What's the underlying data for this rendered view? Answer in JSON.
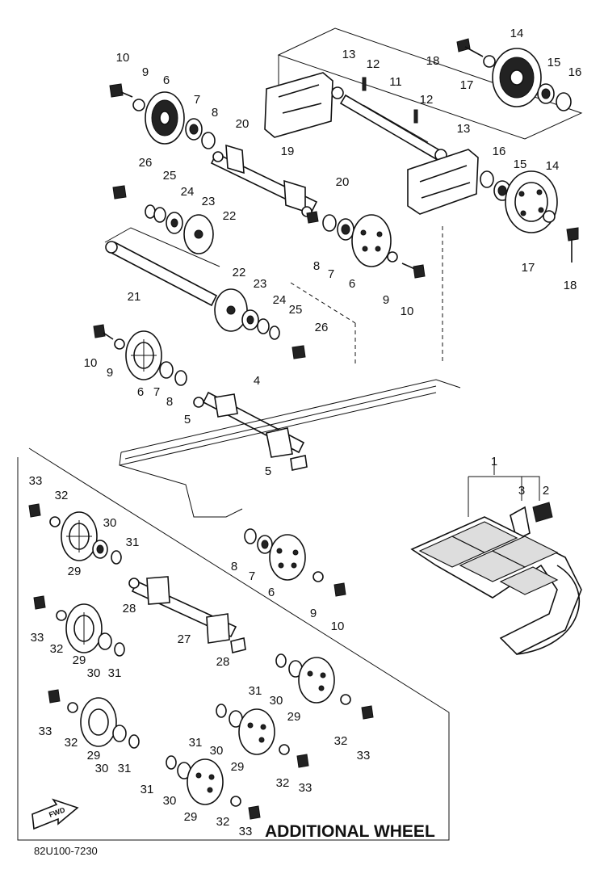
{
  "footer": {
    "section_title": "ADDITIONAL WHEEL",
    "drawing_code": "82U100-7230",
    "fwd_arrow": "FWD"
  },
  "labels": {
    "l10a": "10",
    "l9a": "9",
    "l6a": "6",
    "l7a": "7",
    "l8a": "8",
    "l20a": "20",
    "l19": "19",
    "l13a": "13",
    "l12a": "12",
    "l11": "11",
    "l12b": "12",
    "l13b": "13",
    "l18a": "18",
    "l17a": "17",
    "l14a": "14",
    "l15a": "15",
    "l16a": "16",
    "l16b": "16",
    "l15b": "15",
    "l14b": "14",
    "l17b": "17",
    "l18b": "18",
    "l26a": "26",
    "l25a": "25",
    "l24a": "24",
    "l23a": "23",
    "l22a": "22",
    "l20b": "20",
    "l8b": "8",
    "l7b": "7",
    "l6b": "6",
    "l9b": "9",
    "l10b": "10",
    "l21": "21",
    "l22b": "22",
    "l23b": "23",
    "l24b": "24",
    "l25b": "25",
    "l26b": "26",
    "l10c": "10",
    "l9c": "9",
    "l6c": "6",
    "l7c": "7",
    "l8c": "8",
    "l4": "4",
    "l5a": "5",
    "l5b": "5",
    "l1": "1",
    "l3": "3",
    "l2": "2",
    "l8d": "8",
    "l7d": "7",
    "l6d": "6",
    "l9d": "9",
    "l10d": "10",
    "l33a": "33",
    "l32a": "32",
    "l30a": "30",
    "l31a": "31",
    "l29a": "29",
    "l28a": "28",
    "l27": "27",
    "l28b": "28",
    "l33b": "33",
    "l32b": "32",
    "l29b": "29",
    "l30b": "30",
    "l31b": "31",
    "l31c": "31",
    "l30c": "30",
    "l29c": "29",
    "l33c": "33",
    "l32c": "32",
    "l29d": "29",
    "l30d": "30",
    "l31d": "31",
    "l31e": "31",
    "l30e": "30",
    "l29e": "29",
    "l32d": "32",
    "l33d": "33",
    "l31f": "31",
    "l30f": "30",
    "l29f": "29",
    "l32e": "32",
    "l33e": "33",
    "l32f": "32",
    "l33f": "33"
  }
}
